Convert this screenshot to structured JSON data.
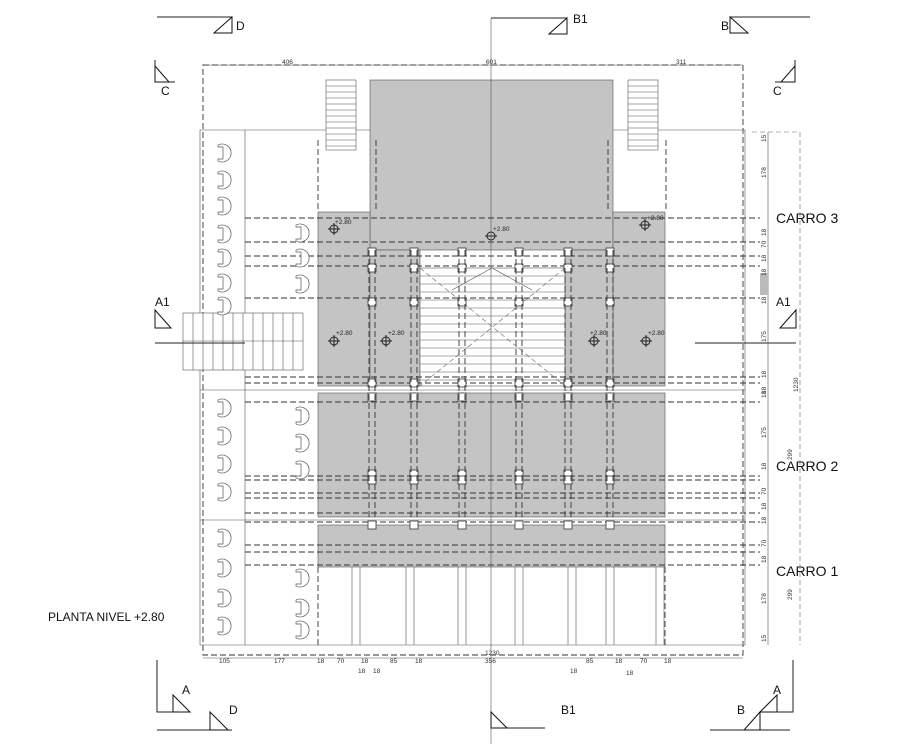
{
  "title": "PLANTA NIVEL +2.80",
  "zones": [
    "CARRO 3",
    "CARRO 2",
    "CARRO 1"
  ],
  "sections": {
    "c_left": "C",
    "c_right": "C",
    "d_top": "D",
    "d_bottom": "D",
    "b1_top": "B1",
    "b1_bottom": "B1",
    "b_top": "B",
    "b_bottom": "B",
    "a1_left": "A1",
    "a1_right": "A1",
    "a_left": "A",
    "a_right": "A"
  },
  "levels": [
    "+2.80",
    "+2.80",
    "+2.80",
    "+2.80",
    "+2.80",
    "+2.80"
  ],
  "dims": {
    "top": [
      "406",
      "601",
      "311"
    ],
    "bottom_total": "1230",
    "bottom_mid": "356",
    "bottom_row": [
      "105",
      "177",
      "18",
      "70",
      "18",
      "85",
      "18",
      "85",
      "18",
      "70",
      "18"
    ],
    "bottom_sub": [
      "18",
      "18",
      "18",
      "18"
    ],
    "right": [
      "15",
      "178",
      "18",
      "70",
      "18",
      "18",
      "18",
      "175",
      "18",
      "18",
      "18",
      "175",
      "18",
      "70",
      "18",
      "18",
      "70",
      "18",
      "178",
      "15"
    ],
    "right_total": "1230",
    "right_sub": [
      "299",
      "299"
    ]
  }
}
